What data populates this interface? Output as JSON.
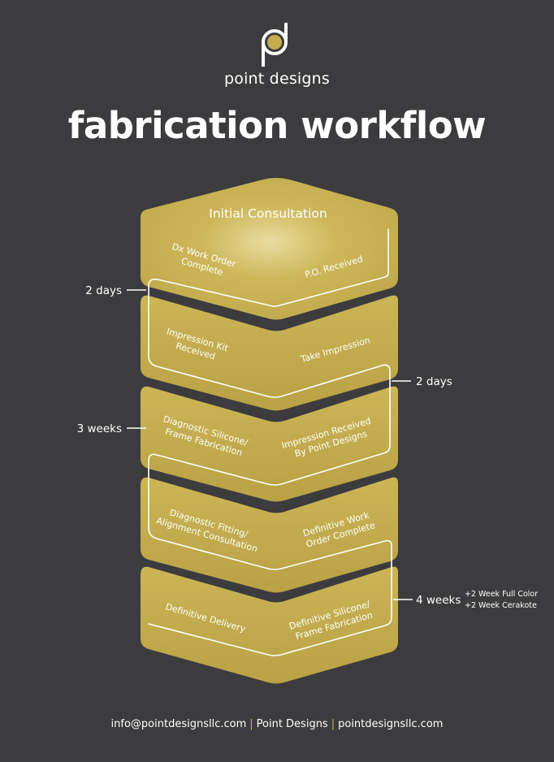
{
  "brand": {
    "logo_letter": "d",
    "name": "point designs"
  },
  "title": "fabrication workflow",
  "colors": {
    "background": "#3c3c3e",
    "gold": "#c4ad4c",
    "gold_light": "#e2d38f",
    "text": "#ffffff",
    "separator": "#c9b24e"
  },
  "layers": [
    {
      "top_label": "Initial Consultation",
      "left_label": [
        "Dx Work Order",
        "Complete"
      ],
      "right_label": [
        "P.O. Received"
      ]
    },
    {
      "left_label": [
        "Impression Kit",
        "Received"
      ],
      "right_label": [
        "Take Impression"
      ]
    },
    {
      "left_label": [
        "Diagnostic Silicone/",
        "Frame Fabrication"
      ],
      "right_label": [
        "Impression Received",
        "By Point Designs"
      ]
    },
    {
      "left_label": [
        "Diagnostic Fitting/",
        "Alignment Consultation"
      ],
      "right_label": [
        "Definitive Work",
        "Order Complete"
      ]
    },
    {
      "left_label": [
        "Definitive Delivery"
      ],
      "right_label": [
        "Definitive Silicone/",
        "Frame Fabrication"
      ]
    }
  ],
  "durations": [
    {
      "label": "2 days"
    },
    {
      "label": "2 days"
    },
    {
      "label": "3 weeks"
    },
    {
      "label": "4 weeks",
      "notes": [
        "+2 Week Full Color",
        "+2 Week Cerakote"
      ]
    }
  ],
  "footer": {
    "email": "info@pointdesignsllc.com",
    "company": "Point Designs",
    "website": "pointdesignsllc.com",
    "separator": "|"
  }
}
